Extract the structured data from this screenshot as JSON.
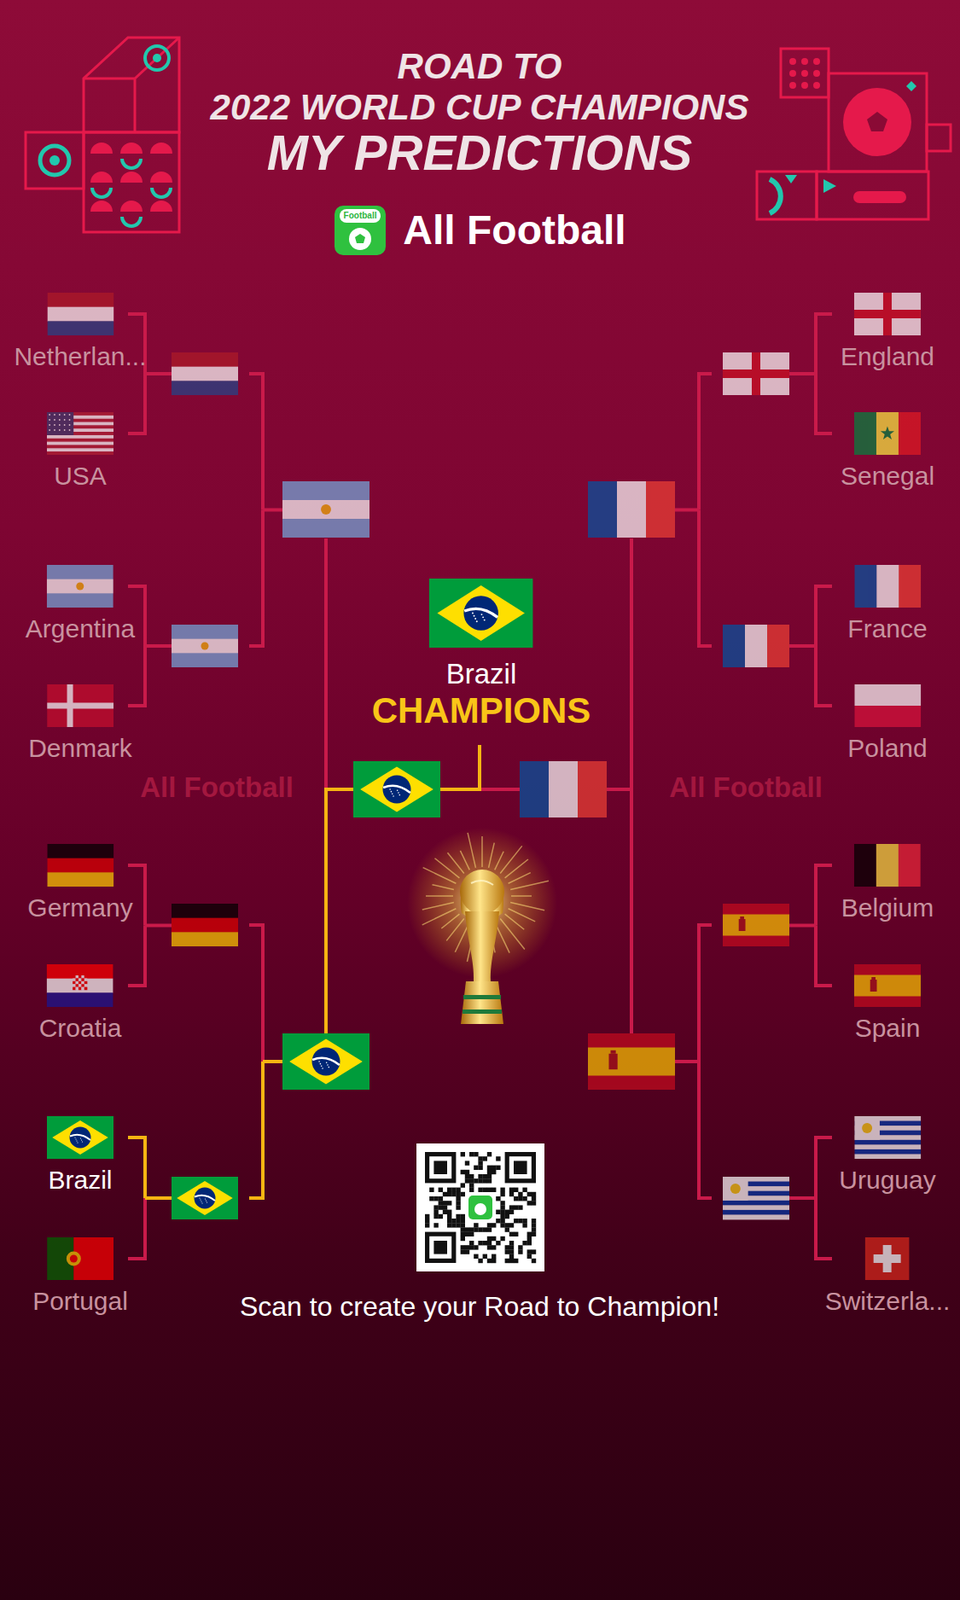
{
  "diagram": {
    "title": "ROAD TO 2022 WORLD CUP CHAMPIONS",
    "nodes": [
      {
        "text": [
          "Netherlan..."
        ]
      },
      {
        "text": [
          "USA"
        ]
      },
      {
        "text": [
          "Argentina"
        ]
      },
      {
        "text": [
          "Denmark"
        ]
      },
      {
        "text": [
          "Germany"
        ]
      },
      {
        "text": [
          "Croatia"
        ]
      },
      {
        "text": [
          "Brazil"
        ]
      },
      {
        "text": [
          "Portugal"
        ]
      },
      {
        "text": [
          "Brazil",
          "CHAMPIONS"
        ]
      },
      {
        "text": [
          "England"
        ]
      },
      {
        "text": [
          "Senegal"
        ]
      },
      {
        "text": [
          "France"
        ]
      },
      {
        "text": [
          "Poland"
        ]
      },
      {
        "text": [
          "Belgium"
        ]
      },
      {
        "text": [
          "Spain"
        ]
      },
      {
        "text": [
          "Uruguay"
        ]
      },
      {
        "text": [
          "Switzerla..."
        ]
      }
    ],
    "labels": [
      "MY PREDICTIONS",
      "Football",
      "All Football",
      "All Football",
      "All Football",
      "Scan to create your Road to Champion!"
    ]
  }
}
